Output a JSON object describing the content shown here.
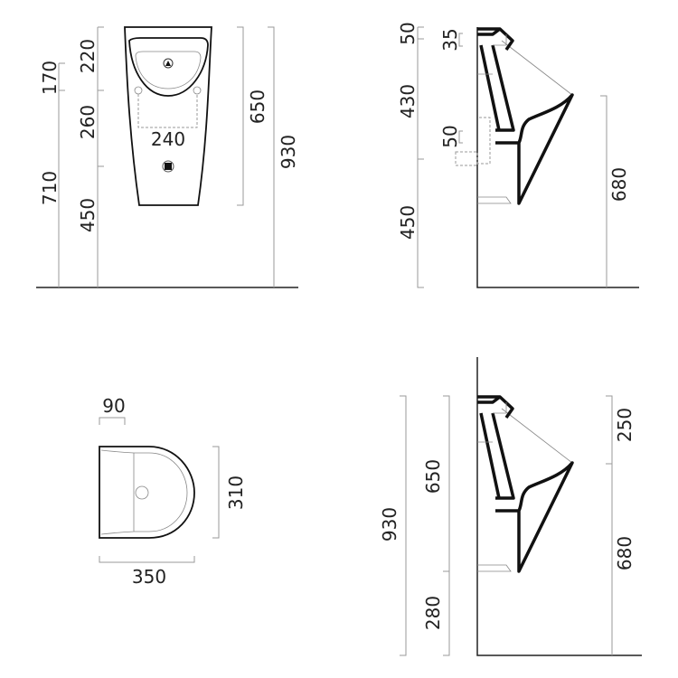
{
  "front_view": {
    "dims": {
      "d170": "170",
      "d710": "710",
      "d220": "220",
      "d260": "260",
      "d450": "450",
      "d240": "240",
      "d650": "650",
      "d930": "930"
    }
  },
  "side_view_top": {
    "dims": {
      "d50a": "50",
      "d35": "35",
      "d430": "430",
      "d50b": "50",
      "d450": "450",
      "d680": "680"
    }
  },
  "plan_view": {
    "dims": {
      "d90": "90",
      "d310": "310",
      "d350": "350"
    }
  },
  "side_view_bottom": {
    "dims": {
      "d930": "930",
      "d650": "650",
      "d280": "280",
      "d250": "250",
      "d680": "680"
    }
  },
  "colors": {
    "line": "#111111",
    "dimension": "#9a9a9a"
  }
}
